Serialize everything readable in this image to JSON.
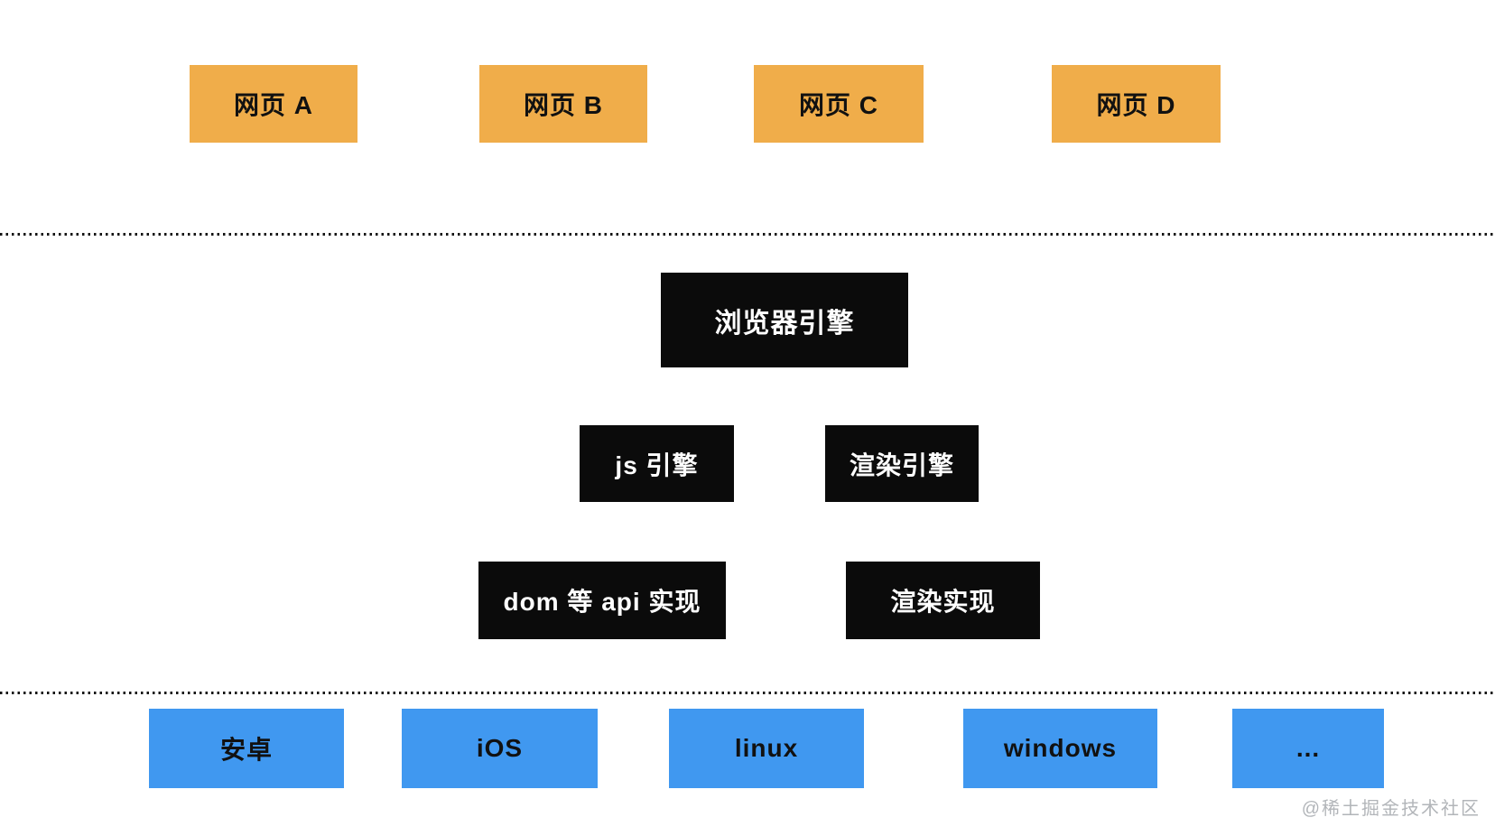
{
  "diagram": {
    "title": "browser-architecture-layers",
    "colors": {
      "page_box": "#F0AD4A",
      "engine_box": "#0B0B0B",
      "platform_box": "#4098F0",
      "dotted_line": "#141414",
      "watermark_text": "#B2B5B9",
      "box_text_dark": "#111111",
      "box_text_light": "#FFFFFF"
    },
    "web_pages": [
      {
        "label": "网页 A"
      },
      {
        "label": "网页 B"
      },
      {
        "label": "网页 C"
      },
      {
        "label": "网页 D"
      }
    ],
    "browser_engine": {
      "label": "浏览器引擎"
    },
    "sub_engines": [
      {
        "label": "js 引擎"
      },
      {
        "label": "渲染引擎"
      }
    ],
    "implementations": [
      {
        "label": "dom 等 api 实现"
      },
      {
        "label": "渲染实现"
      }
    ],
    "platforms": [
      {
        "label": "安卓"
      },
      {
        "label": "iOS"
      },
      {
        "label": "linux"
      },
      {
        "label": "windows"
      },
      {
        "label": "..."
      }
    ],
    "watermark": "@稀土掘金技术社区"
  }
}
